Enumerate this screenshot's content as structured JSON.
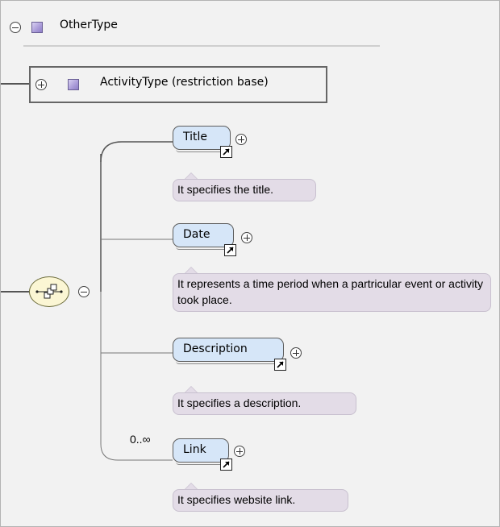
{
  "root_type": {
    "label": "OtherType",
    "icon": "complex-type-icon",
    "toggle": "collapse"
  },
  "base_type": {
    "label": "ActivityType (restriction base)",
    "icon": "complex-type-icon",
    "toggle": "expand"
  },
  "compositor": {
    "kind": "sequence",
    "icon": "sequence-icon",
    "toggle": "collapse"
  },
  "elements": [
    {
      "name": "Title",
      "doc": "It specifies the title.",
      "occurrence": "",
      "reference": true
    },
    {
      "name": "Date",
      "doc": "It represents a time period when a partricular event or activity took place.",
      "occurrence": "",
      "reference": true
    },
    {
      "name": "Description",
      "doc": "It specifies a description.",
      "occurrence": "",
      "reference": true
    },
    {
      "name": "Link",
      "doc": "It specifies website link.",
      "occurrence": "0..∞",
      "reference": true
    }
  ],
  "colors": {
    "element_fill": "#d6e6f8",
    "doc_fill": "#e3dce7",
    "compositor_fill": "#fbf6d4",
    "type_icon": "#a99ad8"
  }
}
